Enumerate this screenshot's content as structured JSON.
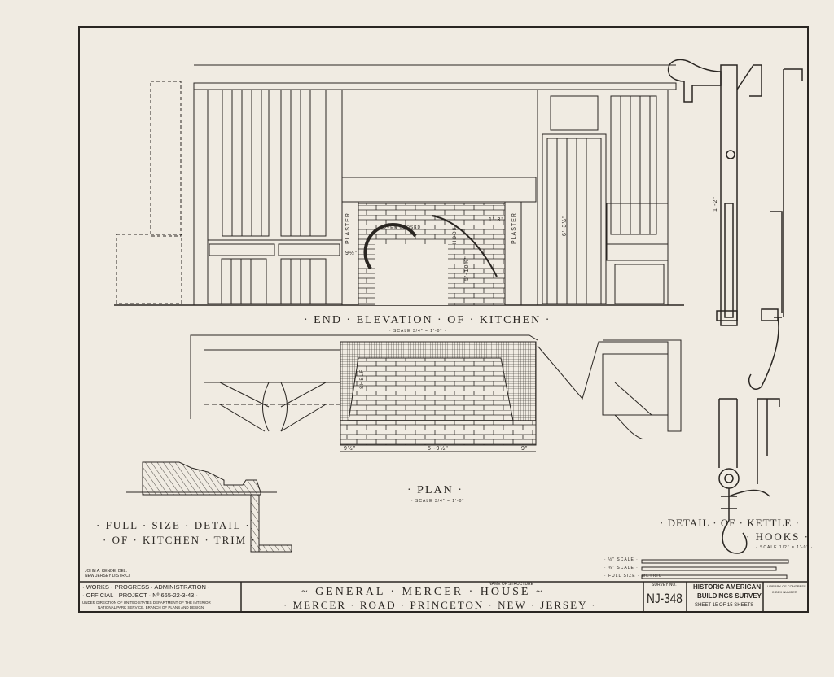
{
  "drawing": {
    "elevation_title": "· END · ELEVATION · OF · KITCHEN ·",
    "elevation_scale": "· SCALE 3/4\" = 1'-0\" ·",
    "plan_title": "· PLAN ·",
    "plan_scale": "· SCALE 3/4\" = 1'-0\" ·",
    "trim_title_1": "· FULL · SIZE · DETAIL ·",
    "trim_title_2": "· OF · KITCHEN · TRIM ·",
    "hooks_title_1": "· DETAIL · OF · KETTLE ·",
    "hooks_title_2": "· HOOKS ·",
    "hooks_scale": "· SCALE 1/2\" = 1'-0\" ·",
    "plaster_left": "PLASTER",
    "plaster_right": "PLASTER",
    "oven_label": "OVEN CLOSED",
    "hook_label": "HOOK",
    "shelf_label": "SHELF",
    "dims": {
      "plan_left": "9½\"",
      "plan_center": "5'-9½\"",
      "plan_right": "9\"",
      "elev_height": "5'-10⅝\"",
      "elev_a": "6'-3½\"",
      "elev_b": "1'-3\"",
      "elev_c": "9½\"",
      "elev_d": "1'-2\""
    },
    "scales": {
      "half": "· ½\" SCALE ·",
      "three_quarter": "· ¾\" SCALE ·",
      "full": "· FULL SIZE · METRIC ·"
    }
  },
  "title_block": {
    "delineator_1": "JOHN A. KENDE, DEL.",
    "delineator_2": "NEW JERSEY DISTRICT",
    "wpa": "· WORKS · PROGRESS · ADMINISTRATION ·",
    "project": "· OFFICIAL · PROJECT · Nº 665-22-3-43 ·",
    "direction_1": "UNDER DIRECTION OF UNITED STATES DEPARTMENT OF THE INTERIOR",
    "direction_2": "NATIONAL PARK SERVICE, BRANCH OF PLANS AND DESIGN",
    "name_caption": "NAME OF STRUCTURE",
    "structure_name": "~ GENERAL · MERCER · HOUSE ~",
    "location": "· MERCER · ROAD · PRINCETON · NEW · JERSEY ·",
    "survey_caption": "SURVEY NO.",
    "survey_no": "NJ-348",
    "habs_1": "HISTORIC AMERICAN",
    "habs_2": "BUILDINGS SURVEY",
    "sheet": "SHEET 15 OF 15 SHEETS",
    "loc_1": "LIBRARY OF CONGRESS",
    "loc_2": "INDEX NUMBER"
  }
}
